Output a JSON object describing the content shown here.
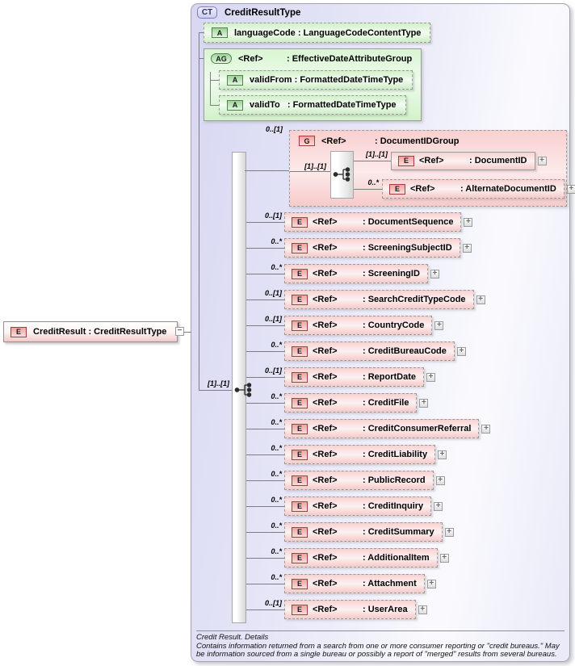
{
  "badges": {
    "element": "E",
    "attribute": "A",
    "group": "G",
    "attribute_group": "AG",
    "complex_type": "CT"
  },
  "icons": {
    "expand": "+",
    "collapse": "−"
  },
  "colors": {
    "element_fill": "#f8d2d2",
    "element_badge_border": "#a43c3c",
    "attribute_fill": "#d2f0ca",
    "attribute_badge_border": "#53814f",
    "complex_type_fill": "#d7d7f2",
    "ct_badge_text": "#2e2e6e",
    "connector": "#7e7e7e"
  },
  "root_element": {
    "badge": "E",
    "label": "CreditResult : CreditResultType"
  },
  "complex_type": {
    "badge": "CT",
    "title": "CreditResultType",
    "attributes": [
      {
        "badge": "A",
        "label": "languageCode : LanguageCodeContentType"
      }
    ],
    "attribute_group": {
      "badge": "AG",
      "ref": "<Ref>",
      "type": ": EffectiveDateAttributeGroup",
      "attributes": [
        {
          "badge": "A",
          "label": "validFrom : FormattedDateTimeType"
        },
        {
          "badge": "A",
          "label": "validTo   : FormattedDateTimeType"
        }
      ]
    },
    "sequence_cardinality": "[1]..[1]",
    "group": {
      "cardinality": "0..[1]",
      "badge": "G",
      "ref": "<Ref>",
      "type": ": DocumentIDGroup",
      "inner_cardinality": "[1]..[1]",
      "children": [
        {
          "badge": "E",
          "cardinality": "[1]..[1]",
          "ref": "<Ref>",
          "type": ": DocumentID",
          "dashed": false
        },
        {
          "badge": "E",
          "cardinality": "0..*",
          "ref": "<Ref>",
          "type": ": AlternateDocumentID",
          "dashed": true
        }
      ]
    },
    "elements": [
      {
        "cardinality": "0..[1]",
        "ref": "<Ref>",
        "type": ": DocumentSequence"
      },
      {
        "cardinality": "0..*",
        "ref": "<Ref>",
        "type": ": ScreeningSubjectID"
      },
      {
        "cardinality": "0..*",
        "ref": "<Ref>",
        "type": ": ScreeningID"
      },
      {
        "cardinality": "0..[1]",
        "ref": "<Ref>",
        "type": ": SearchCreditTypeCode"
      },
      {
        "cardinality": "0..[1]",
        "ref": "<Ref>",
        "type": ": CountryCode"
      },
      {
        "cardinality": "0..*",
        "ref": "<Ref>",
        "type": ": CreditBureauCode"
      },
      {
        "cardinality": "0..[1]",
        "ref": "<Ref>",
        "type": ": ReportDate"
      },
      {
        "cardinality": "0..*",
        "ref": "<Ref>",
        "type": ": CreditFile"
      },
      {
        "cardinality": "0..*",
        "ref": "<Ref>",
        "type": ": CreditConsumerReferral"
      },
      {
        "cardinality": "0..*",
        "ref": "<Ref>",
        "type": ": CreditLiability"
      },
      {
        "cardinality": "0..*",
        "ref": "<Ref>",
        "type": ": PublicRecord"
      },
      {
        "cardinality": "0..*",
        "ref": "<Ref>",
        "type": ": CreditInquiry"
      },
      {
        "cardinality": "0..*",
        "ref": "<Ref>",
        "type": ": CreditSummary"
      },
      {
        "cardinality": "0..*",
        "ref": "<Ref>",
        "type": ": AdditionalItem"
      },
      {
        "cardinality": "0..*",
        "ref": "<Ref>",
        "type": ": Attachment"
      },
      {
        "cardinality": "0..[1]",
        "ref": "<Ref>",
        "type": ": UserArea"
      }
    ]
  },
  "footer": {
    "title": "Credit Result. Details",
    "description": "Contains information returned from a search from one or more consumer reporting or \"credit bureaus.\" May be information sourced from a single bureau or possibly a report of \"merged\" results from several bureaus."
  }
}
